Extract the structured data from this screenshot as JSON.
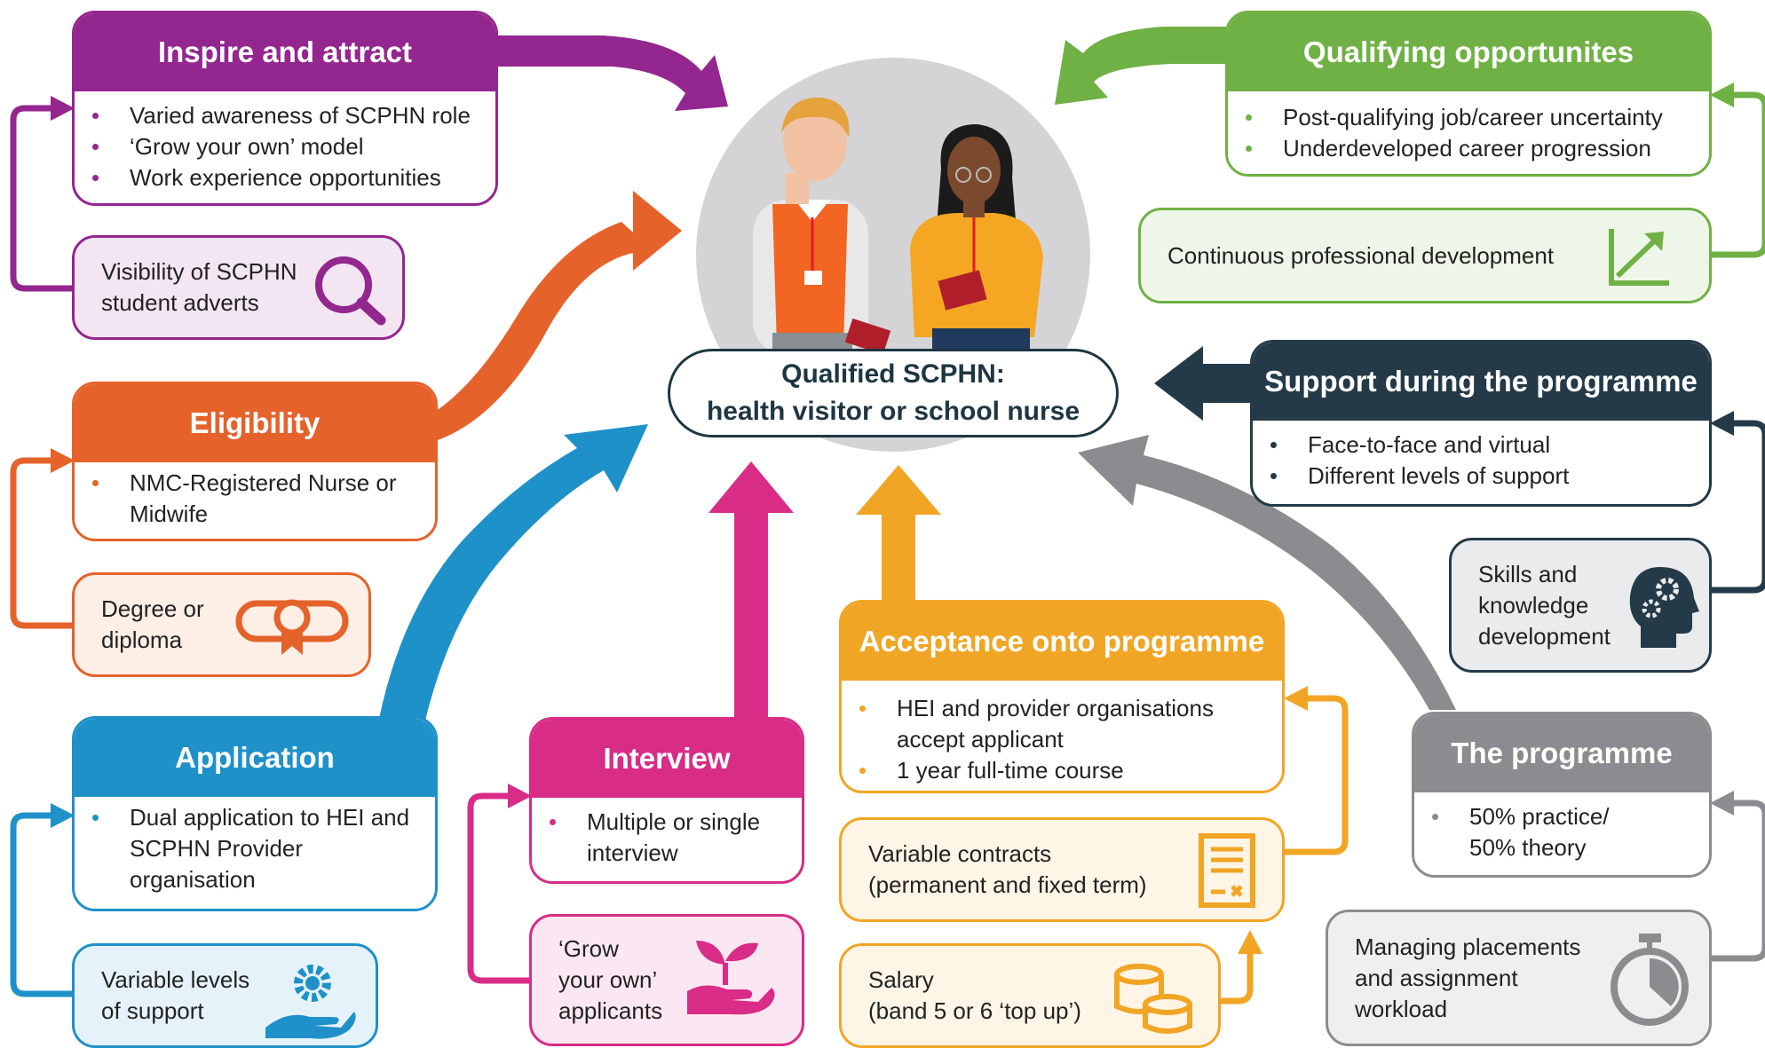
{
  "colors": {
    "purple": "#93268f",
    "green": "#6fb144",
    "orange": "#e5622a",
    "navy": "#243a48",
    "blue": "#1e91c9",
    "pink": "#d82c87",
    "yellow": "#f1a524",
    "gray": "#8b8c8f"
  },
  "center": {
    "title": "Qualified SCPHN:",
    "subtitle": "health visitor or school nurse"
  },
  "inspire": {
    "title": "Inspire and attract",
    "bullets": [
      "Varied awareness of SCPHN role",
      "‘Grow your own’ model",
      "Work experience opportunities"
    ],
    "sub": "Visibility of SCPHN\nstudent adverts",
    "sub_icon": "magnifier-icon"
  },
  "eligibility": {
    "title": "Eligibility",
    "bullets": [
      "NMC-Registered Nurse or Midwife"
    ],
    "sub": "Degree or\ndiploma",
    "sub_icon": "diploma-scroll-icon"
  },
  "application": {
    "title": "Application",
    "bullets": [
      "Dual application to HEI and SCPHN Provider organisation"
    ],
    "sub": "Variable levels\nof support",
    "sub_icon": "gear-hand-icon"
  },
  "interview": {
    "title": "Interview",
    "bullets": [
      "Multiple or single interview"
    ],
    "sub": "‘Grow\nyour own’\napplicants",
    "sub_icon": "seedling-hand-icon"
  },
  "acceptance": {
    "title": "Acceptance onto programme",
    "bullets": [
      "HEI and provider organisations accept applicant",
      "1 year full-time course"
    ],
    "sub1": "Variable contracts\n(permanent and fixed term)",
    "sub1_icon": "contract-document-icon",
    "sub2": "Salary\n(band 5 or 6 ‘top up’)",
    "sub2_icon": "coins-icon"
  },
  "programme": {
    "title": "The programme",
    "bullets": [
      "50% practice/ 50% theory"
    ],
    "sub": "Managing placements\nand assignment\nworkload",
    "sub_icon": "stopwatch-icon"
  },
  "support": {
    "title": "Support during the programme",
    "bullets": [
      "Face-to-face and virtual",
      "Different levels of support"
    ],
    "sub": "Skills and\nknowledge\ndevelopment",
    "sub_icon": "head-gears-icon"
  },
  "qualifying": {
    "title": "Qualifying opportunites",
    "bullets": [
      "Post-qualifying job/career uncertainty",
      "Underdeveloped career progression"
    ],
    "sub": "Continuous professional development",
    "sub_icon": "growth-chart-icon"
  }
}
